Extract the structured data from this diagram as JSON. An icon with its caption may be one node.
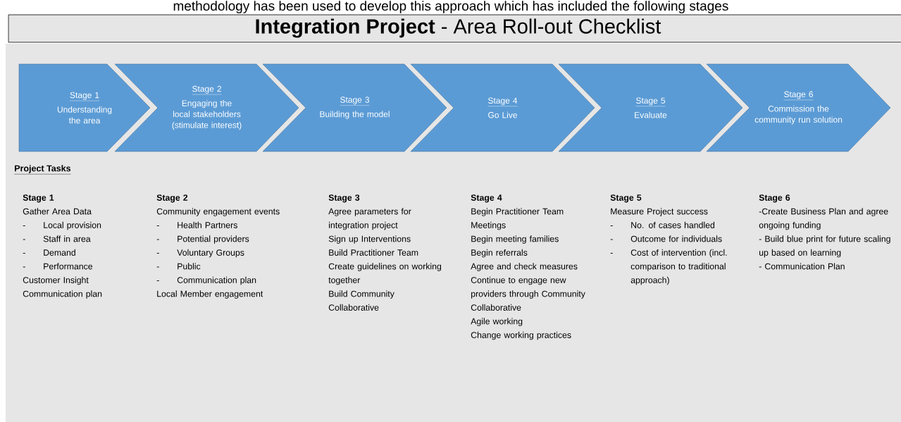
{
  "diagram": {
    "title": "**Integration Project** - Area Roll-out Checklist",
    "nodes": [
      {
        "text": [
          "Stage 1",
          "Understanding the area"
        ]
      },
      {
        "text": [
          "Stage 2",
          "Engaging the local stakeholders (stimulate interest)"
        ]
      },
      {
        "text": [
          "Stage 3",
          "Building the model"
        ]
      },
      {
        "text": [
          "Stage 4",
          "Go Live"
        ]
      },
      {
        "text": [
          "Stage 5",
          "Evaluate"
        ]
      },
      {
        "text": [
          "Stage 6",
          "Commission the community run solution"
        ]
      }
    ],
    "labels": [
      "methodology has been used to develop this approach which has included the following stages",
      "Project Tasks",
      "Stage 1",
      "Gather Area Data",
      "-",
      "Local provision",
      "-",
      "Staff in area",
      "-",
      "Demand",
      "-",
      "Performance",
      "Customer Insight",
      "Communication plan",
      "Stage 2",
      "Community engagement events",
      "-",
      "Health Partners",
      "-",
      "Potential providers",
      "-",
      "Voluntary Groups",
      "-",
      "Public",
      "-",
      "Communication plan",
      "Local Member engagement",
      "Stage 3",
      "Agree parameters for integration project",
      "Sign up Interventions",
      "Build Practitioner Team",
      "Create guidelines on working together",
      "Build Community Collaborative",
      "Stage 4",
      "Begin Practitioner Team Meetings",
      "Begin meeting families",
      "Begin referrals",
      "Agree and check measures",
      "Continue to engage new providers through Community Collaborative",
      "Agile working",
      "Change working practices",
      "Stage 5",
      "Measure Project success",
      "-",
      "No. of cases handled",
      "-",
      "Outcome for individuals",
      "-",
      "Cost of intervention (incl. comparison to traditional approach)",
      "Stage 6",
      "-Create Business Plan and agree ongoing funding",
      "- Build blue print for future scaling up based on learning",
      "- Communication Plan"
    ]
  }
}
